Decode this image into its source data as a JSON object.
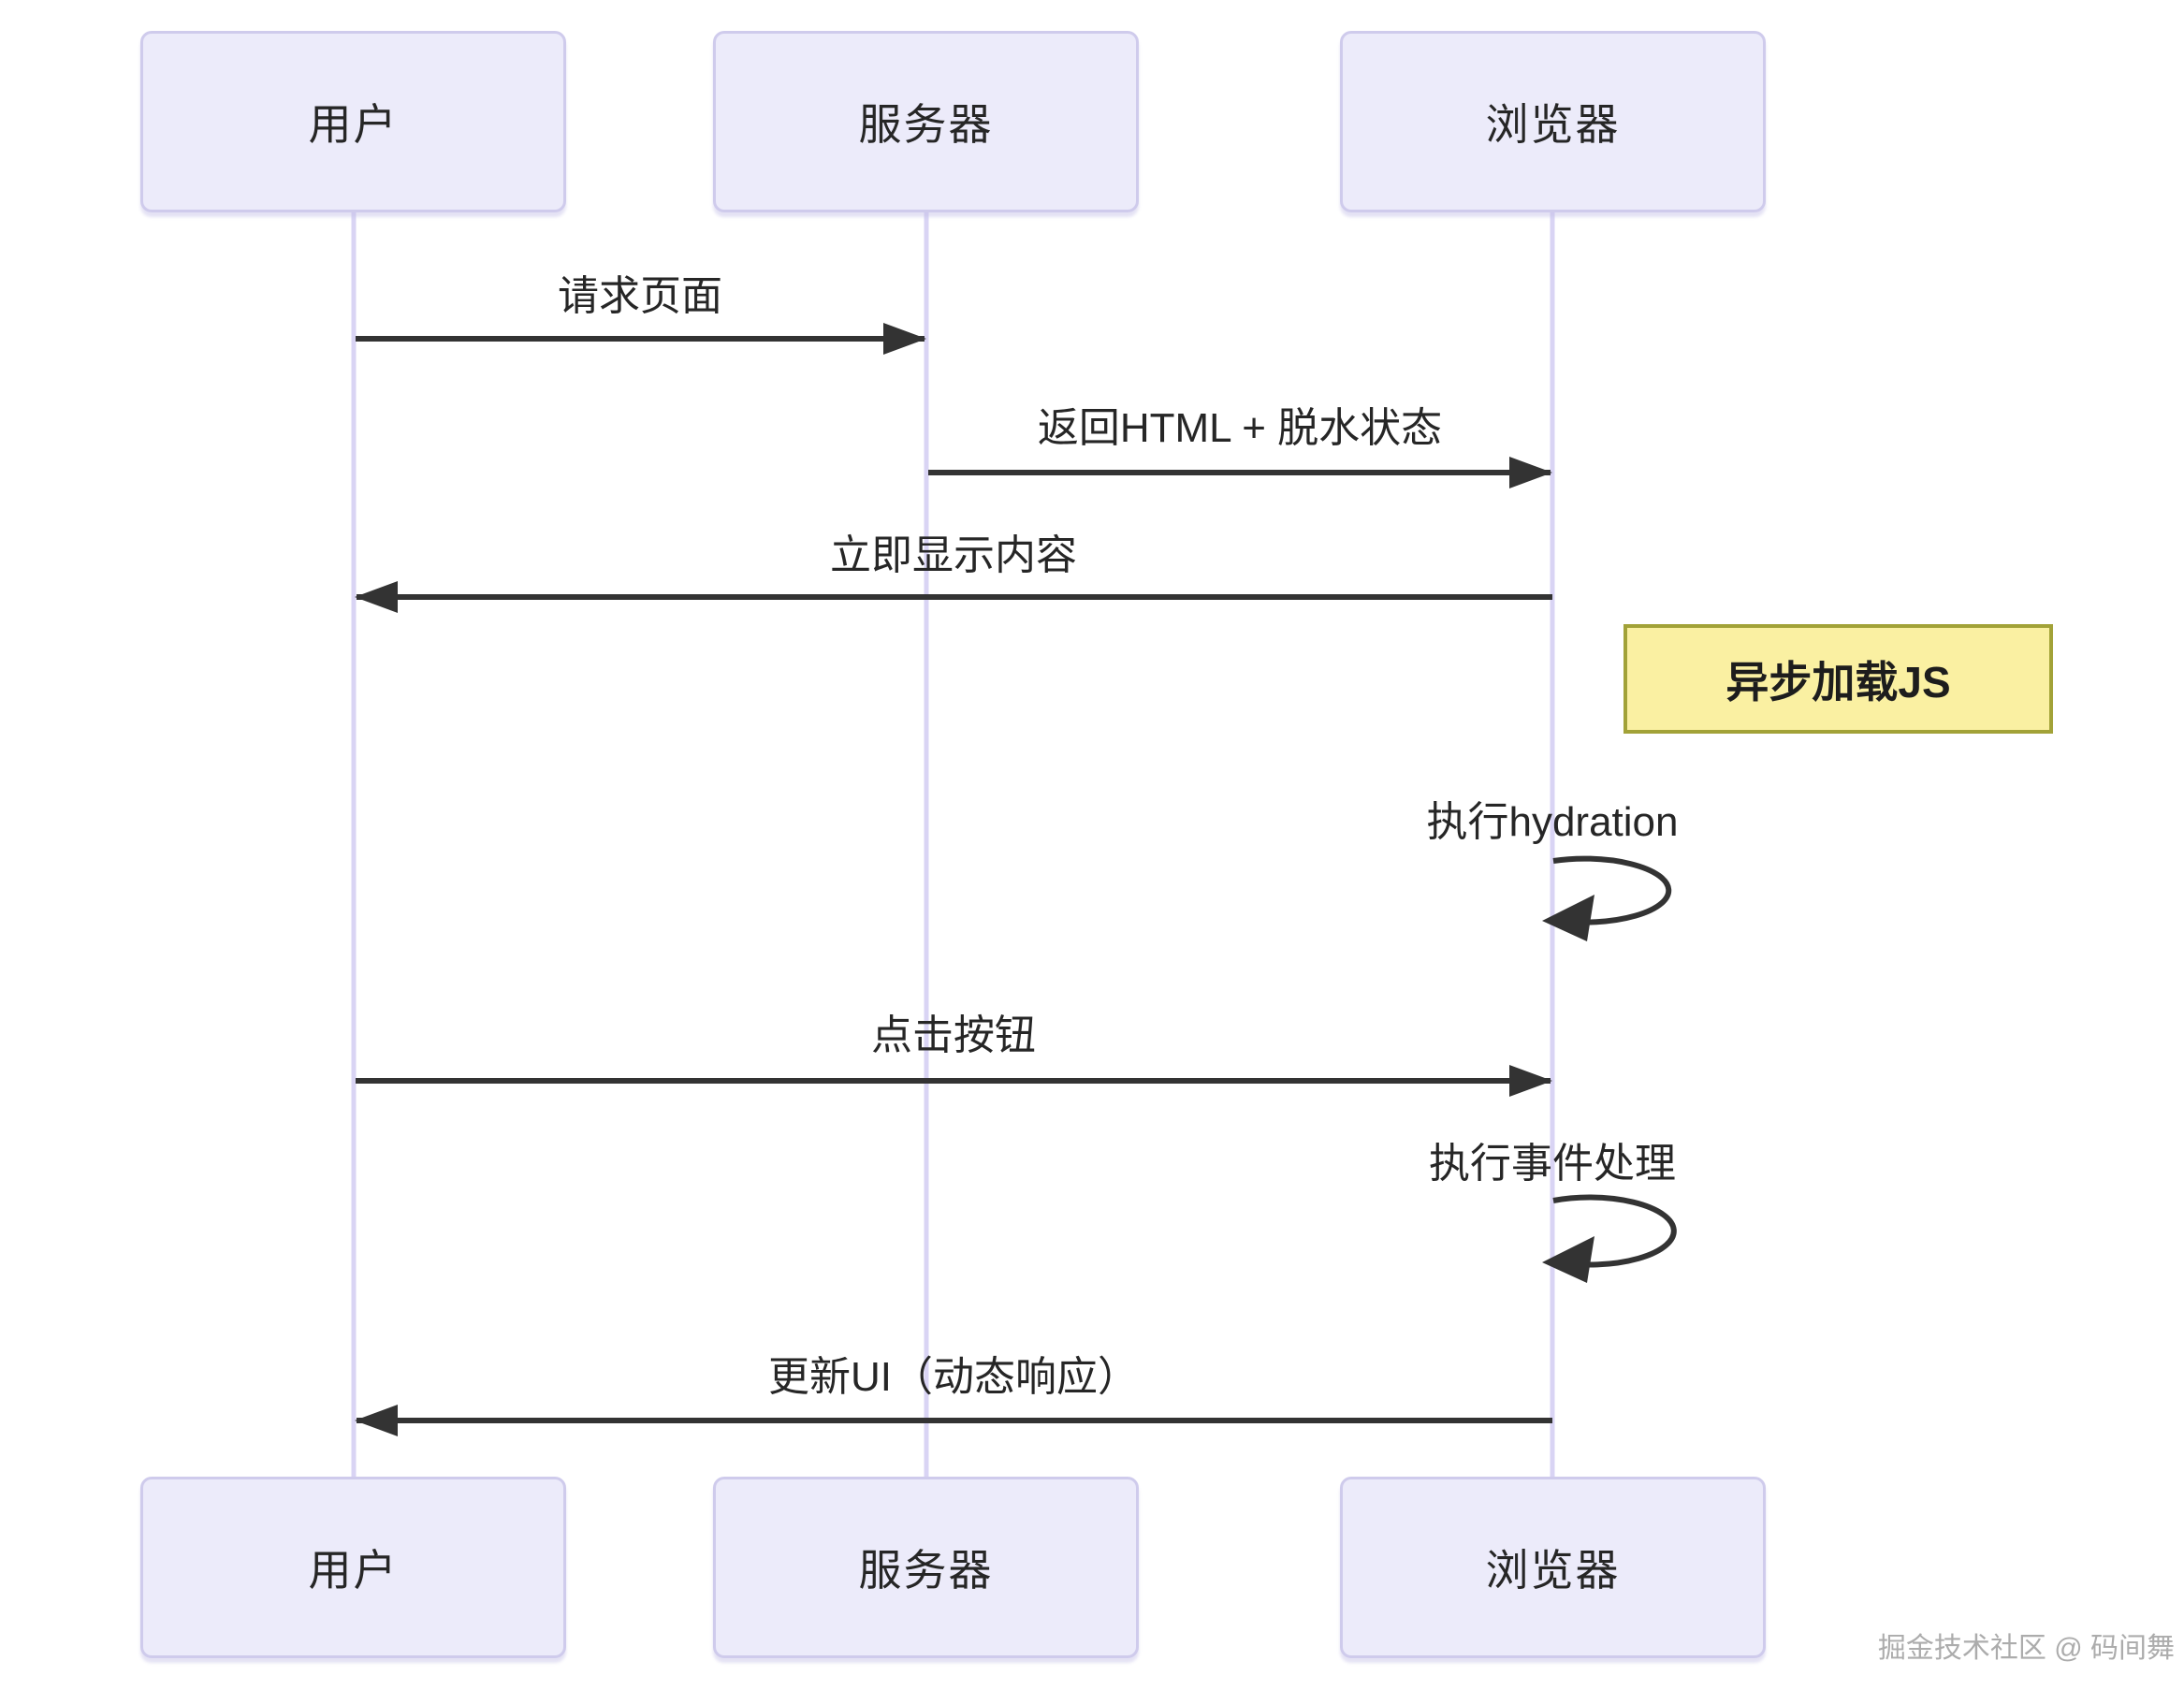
{
  "diagram": {
    "type": "sequence-diagram",
    "actors": [
      {
        "name": "用户"
      },
      {
        "name": "服务器"
      },
      {
        "name": "浏览器"
      }
    ],
    "messages": [
      {
        "from": "用户",
        "to": "服务器",
        "label": "请求页面",
        "style": "solid-arrow"
      },
      {
        "from": "服务器",
        "to": "浏览器",
        "label": "返回HTML + 脱水状态",
        "style": "solid-arrow"
      },
      {
        "from": "浏览器",
        "to": "用户",
        "label": "立即显示内容",
        "style": "solid-arrow"
      },
      {
        "from": "浏览器",
        "to": "浏览器",
        "label": "执行hydration",
        "style": "self-loop"
      },
      {
        "from": "用户",
        "to": "浏览器",
        "label": "点击按钮",
        "style": "solid-arrow"
      },
      {
        "from": "浏览器",
        "to": "浏览器",
        "label": "执行事件处理",
        "style": "self-loop"
      },
      {
        "from": "浏览器",
        "to": "用户",
        "label": "更新UI（动态响应）",
        "style": "solid-arrow"
      }
    ],
    "note": {
      "label": "异步加载JS",
      "position": "right-of-浏览器"
    },
    "watermark": "掘金技术社区 @ 码间舞",
    "colors": {
      "actor_fill": "#ECEBFA",
      "actor_border": "#CFCBEC",
      "lifeline": "#D9D4F4",
      "arrow": "#333333",
      "text": "#262626",
      "note_fill": "#FAF0A2",
      "note_border": "#A2A238",
      "watermark": "#ACACAC"
    }
  }
}
